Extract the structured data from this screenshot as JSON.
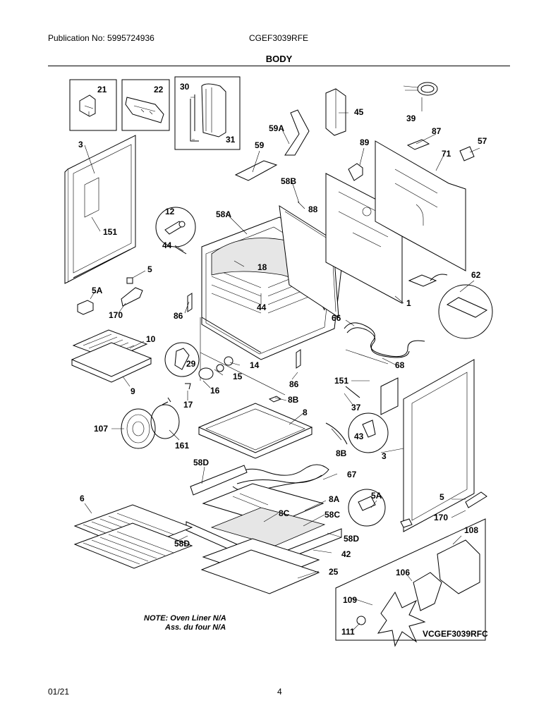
{
  "header": {
    "publication": "Publication No: 5995724936",
    "model": "CGEF3039RFE",
    "section": "BODY"
  },
  "footer": {
    "date": "01/21",
    "page": "4"
  },
  "note": {
    "line1": "NOTE: Oven Liner N/A",
    "line2": "Ass. du four N/A"
  },
  "inset_model": "VCGEF3039RFC",
  "labels": {
    "p21": "21",
    "p22": "22",
    "p30": "30",
    "p31": "31",
    "p3a": "3",
    "p151a": "151",
    "p5a": "5",
    "p5Aa": "5A",
    "p170a": "170",
    "p12": "12",
    "p44a": "44",
    "p58A": "58A",
    "p18": "18",
    "p44b": "44",
    "p86a": "86",
    "p59": "59",
    "p59A": "59A",
    "p45": "45",
    "p58B": "58B",
    "p88": "88",
    "p89": "89",
    "p39": "39",
    "p87": "87",
    "p71": "71",
    "p57": "57",
    "p62": "62",
    "p1": "1",
    "p66": "66",
    "p68": "68",
    "p10": "10",
    "p9": "9",
    "p29": "29",
    "p14": "14",
    "p15": "15",
    "p16": "16",
    "p86b": "86",
    "p151b": "151",
    "p37": "37",
    "p17": "17",
    "p8B": "8B",
    "p8": "8",
    "p107": "107",
    "p161": "161",
    "p43": "43",
    "p8Bb": "8B",
    "p3b": "3",
    "p58Da": "58D",
    "p67": "67",
    "p6": "6",
    "p8A": "8A",
    "p8C": "8C",
    "p58C": "58C",
    "p58Db": "58D",
    "p58Dc": "58D",
    "p42": "42",
    "p25": "25",
    "p5Ab": "5A",
    "p5b": "5",
    "p170b": "170",
    "p108": "108",
    "p106": "106",
    "p109": "109",
    "p111": "111"
  }
}
